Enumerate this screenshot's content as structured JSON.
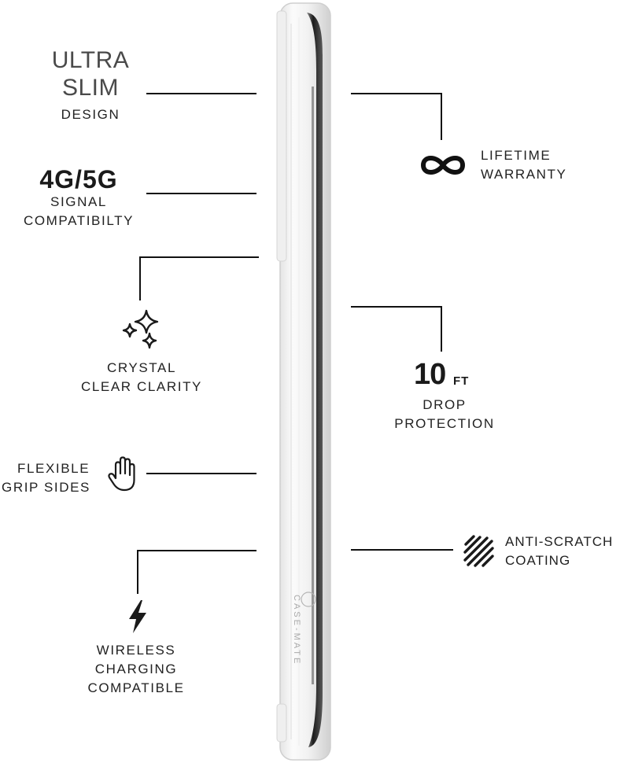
{
  "features": {
    "ultra_slim": {
      "line1": "ULTRA",
      "line2": "SLIM",
      "line3": "DESIGN"
    },
    "signal": {
      "headline": "4G/5G",
      "line1": "SIGNAL",
      "line2": "COMPATIBILTY"
    },
    "crystal": {
      "line1": "CRYSTAL",
      "line2": "CLEAR CLARITY"
    },
    "grip": {
      "line1": "FLEXIBLE",
      "line2": "GRIP SIDES"
    },
    "wireless": {
      "line1": "WIRELESS",
      "line2": "CHARGING",
      "line3": "COMPATIBLE"
    },
    "lifetime": {
      "line1": "LIFETIME",
      "line2": "WARRANTY"
    },
    "drop": {
      "number": "10",
      "unit": "FT",
      "line1": "DROP",
      "line2": "PROTECTION"
    },
    "scratch": {
      "line1": "ANTI-SCRATCH",
      "line2": "COATING"
    }
  },
  "brand": {
    "logo_text": "CASE-MATE"
  },
  "icons": {
    "infinity": "infinity-icon",
    "sparkle": "sparkle-icon",
    "hand": "hand-icon",
    "bolt": "lightning-bolt-icon",
    "scratch": "scratch-icon"
  },
  "colors": {
    "background": "#ffffff",
    "text": "#222222",
    "line": "#111111"
  }
}
